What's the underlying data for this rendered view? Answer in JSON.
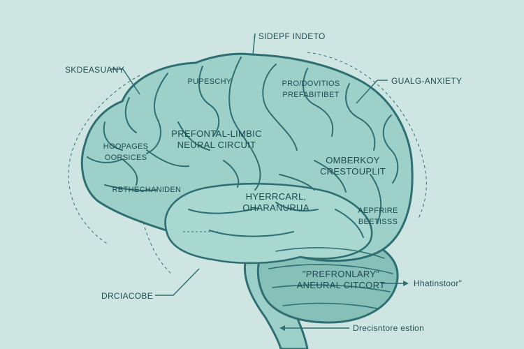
{
  "diagram": {
    "colors": {
      "background": "#cfe5e2",
      "brain_fill": "#9dd0c8",
      "brain_fill_dark": "#86c0b8",
      "outline": "#2e6f73",
      "text": "#1f4f54"
    },
    "external_labels": {
      "top": "· SIDEPF INDETO",
      "top_left": "SKDEASUANY",
      "top_right": "GUALG-ANXIETY",
      "bottom_left": "DRCIACOBE",
      "bottom_right": "Hhatinstoor\"",
      "bottom": "Drecisntore estion"
    },
    "internal_labels": {
      "frontal_top": "PUPESCHY",
      "parietal_top": [
        "PRO/DOVITIOS",
        "PREFABITIBET"
      ],
      "prefrontal_limbic": [
        "PREFONTAL-LIMBIC",
        "NEURAL CIRCUIT"
      ],
      "frontal_left": [
        "HOOPAGES",
        "OORSICES"
      ],
      "frontal_lower": "RBTHECHANIDEN",
      "occipital": [
        "OMBERKOY",
        "CRESTOUPLIT"
      ],
      "temporal": [
        "HYERRCARL,",
        "OHARANURUA"
      ],
      "occipital_lower": [
        "AEPFRIRE",
        "BEETISSS"
      ],
      "cerebellum": [
        "\"PREFRONLARY\"",
        "ANEURAL CITCORT"
      ]
    }
  }
}
